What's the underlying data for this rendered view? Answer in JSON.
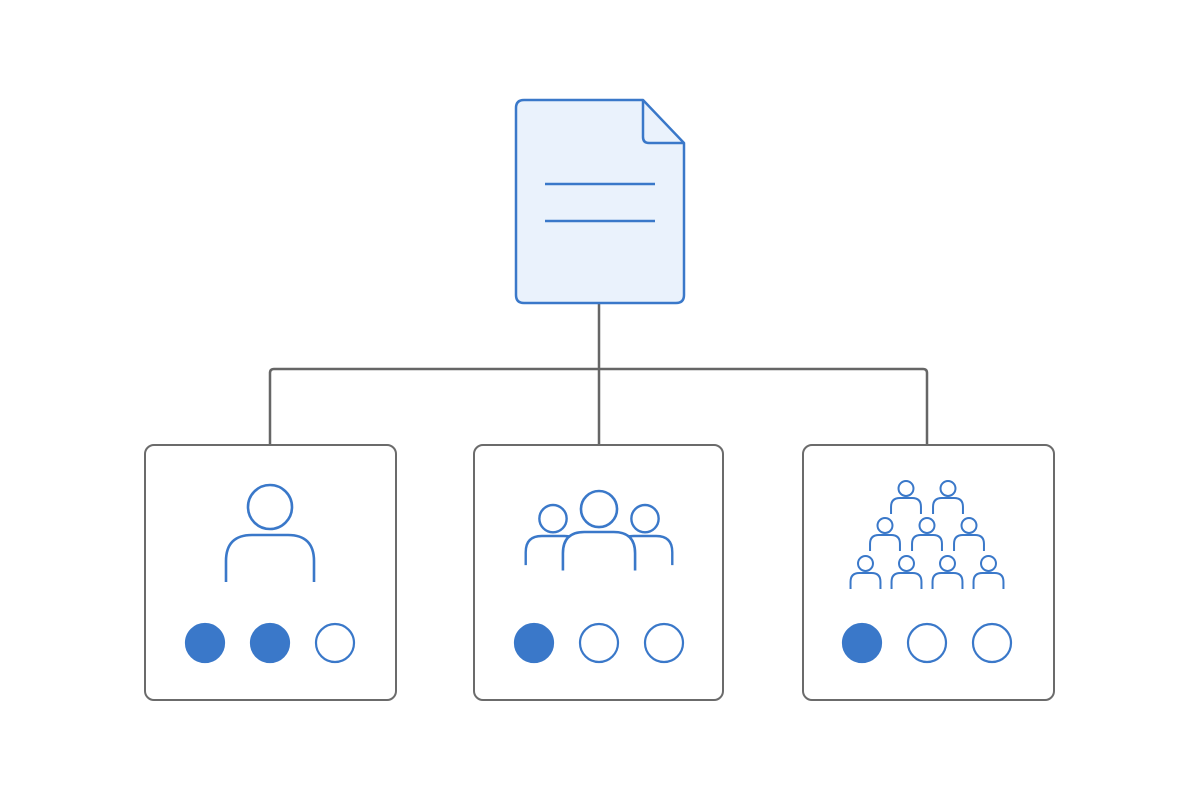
{
  "diagram": {
    "root": {
      "icon": "document-icon",
      "text_lines": 2
    },
    "colors": {
      "accent": "#3a78c9",
      "document_fill": "#eaf2fc",
      "connector": "#666666",
      "card_border": "#6b6b6b",
      "background": "#ffffff"
    },
    "cards": [
      {
        "id": "single-person",
        "icon": "person-icon",
        "people_count": 1,
        "rating": {
          "filled": 2,
          "total": 3
        }
      },
      {
        "id": "small-group",
        "icon": "group-icon",
        "people_count": 3,
        "rating": {
          "filled": 1,
          "total": 3
        }
      },
      {
        "id": "crowd",
        "icon": "crowd-icon",
        "people_count": 9,
        "rating": {
          "filled": 1,
          "total": 3
        }
      }
    ]
  }
}
